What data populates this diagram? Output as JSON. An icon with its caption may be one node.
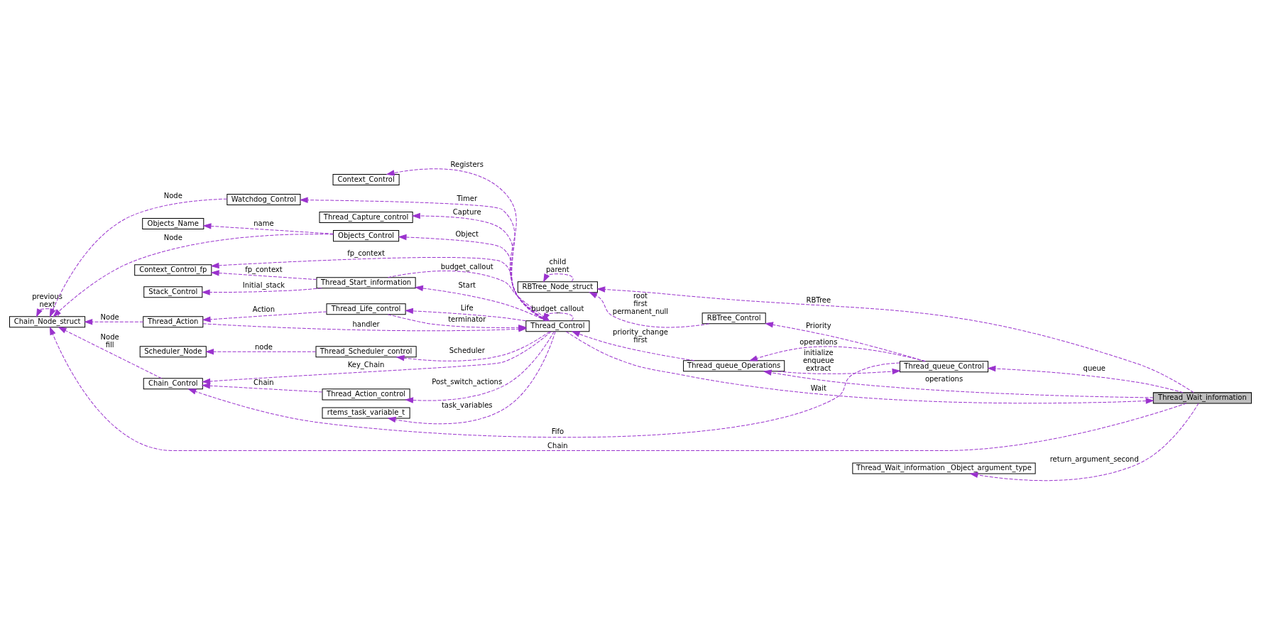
{
  "diagram": {
    "nodes": [
      {
        "text": [
          "Thread_Wait_information"
        ]
      },
      {
        "text": [
          "RBTree_Node_struct"
        ]
      },
      {
        "text": [
          "RBTree_Control"
        ]
      },
      {
        "text": [
          "Chain_Node_struct"
        ]
      },
      {
        "text": [
          "Thread_Wait_information _Object_argument_type"
        ]
      },
      {
        "text": [
          "Thread_queue_Control"
        ]
      },
      {
        "text": [
          "Thread_queue_Operations"
        ]
      },
      {
        "text": [
          "Chain_Control"
        ]
      },
      {
        "text": [
          "Context_Control_fp"
        ]
      },
      {
        "text": [
          "Thread_Action_control"
        ]
      },
      {
        "text": [
          "rtems_task_variable_t"
        ]
      },
      {
        "text": [
          "Context_Control"
        ]
      },
      {
        "text": [
          "Stack_Control"
        ]
      },
      {
        "text": [
          "Thread_Start_information"
        ]
      },
      {
        "text": [
          "Thread_Control"
        ]
      },
      {
        "text": [
          "Watchdog_Control"
        ]
      },
      {
        "text": [
          "Thread_Life_control"
        ]
      },
      {
        "text": [
          "Thread_Action"
        ]
      },
      {
        "text": [
          "Thread_Capture_control"
        ]
      },
      {
        "text": [
          "Scheduler_Node"
        ]
      },
      {
        "text": [
          "Thread_Scheduler_control"
        ]
      },
      {
        "text": [
          "Objects_Control"
        ]
      },
      {
        "text": [
          "Objects_Name"
        ]
      }
    ],
    "edges": [
      {
        "from": 1,
        "to": 1,
        "arrow": "to",
        "label": "child parent",
        "style": "dashed"
      },
      {
        "from": 2,
        "to": 1,
        "arrow": "to",
        "label": "root first permanent_null",
        "style": "dashed"
      },
      {
        "from": 0,
        "to": 1,
        "arrow": "to",
        "label": "RBTree",
        "style": "dashed"
      },
      {
        "from": 0,
        "to": 3,
        "arrow": "to",
        "label": "Chain",
        "style": "dashed"
      },
      {
        "from": 0,
        "to": 4,
        "arrow": "to",
        "label": "return_argument_second",
        "style": "dashed"
      },
      {
        "from": 0,
        "to": 5,
        "arrow": "to",
        "label": "queue",
        "style": "dashed"
      },
      {
        "from": 5,
        "to": 2,
        "arrow": "to",
        "label": "Priority",
        "style": "dashed"
      },
      {
        "from": 5,
        "to": 7,
        "arrow": "to",
        "label": "Fifo",
        "style": "dashed"
      },
      {
        "from": 0,
        "to": 6,
        "arrow": "to",
        "label": "operations",
        "style": "dashed"
      },
      {
        "from": 5,
        "to": 6,
        "arrow": "to",
        "label": "operations",
        "style": "dashed"
      },
      {
        "from": 6,
        "to": 5,
        "arrow": "to",
        "label": "initialize enqueue extract",
        "style": "dashed"
      },
      {
        "from": 6,
        "to": 14,
        "arrow": "to",
        "label": "priority_change first",
        "style": "dashed"
      },
      {
        "from": 14,
        "to": 0,
        "arrow": "to",
        "label": "Wait",
        "style": "dashed"
      },
      {
        "from": 14,
        "to": 8,
        "arrow": "to",
        "label": "fp_context",
        "style": "dashed"
      },
      {
        "from": 13,
        "to": 8,
        "arrow": "to",
        "label": "fp_context",
        "style": "dashed"
      },
      {
        "from": 13,
        "to": 12,
        "arrow": "to",
        "label": "Initial_stack",
        "style": "dashed"
      },
      {
        "from": 14,
        "to": 9,
        "arrow": "to",
        "label": "Post_switch_actions",
        "style": "dashed"
      },
      {
        "from": 9,
        "to": 7,
        "arrow": "to",
        "label": "Chain",
        "style": "dashed"
      },
      {
        "from": 14,
        "to": 13,
        "arrow": "to",
        "label": "Start",
        "style": "dashed"
      },
      {
        "from": 14,
        "to": 14,
        "arrow": "to",
        "label": "budget_callout",
        "style": "dashed"
      },
      {
        "from": 13,
        "to": 14,
        "arrow": "to",
        "label": "budget_callout",
        "style": "dashed"
      },
      {
        "from": 14,
        "to": 10,
        "arrow": "to",
        "label": "task_variables",
        "style": "dashed"
      },
      {
        "from": 14,
        "to": 11,
        "arrow": "to",
        "label": "Registers",
        "style": "dashed"
      },
      {
        "from": 14,
        "to": 7,
        "arrow": "to",
        "label": "Key_Chain",
        "style": "dashed"
      },
      {
        "from": 16,
        "to": 14,
        "arrow": "to",
        "label": "terminator",
        "style": "dashed"
      },
      {
        "from": 14,
        "to": 16,
        "arrow": "to",
        "label": "Life",
        "style": "dashed"
      },
      {
        "from": 17,
        "to": 14,
        "arrow": "to",
        "label": "handler",
        "style": "dashed"
      },
      {
        "from": 16,
        "to": 17,
        "arrow": "to",
        "label": "Action",
        "style": "dashed"
      },
      {
        "from": 14,
        "to": 15,
        "arrow": "to",
        "label": "Timer",
        "style": "dashed"
      },
      {
        "from": 15,
        "to": 3,
        "arrow": "to",
        "label": "Node",
        "style": "dashed"
      },
      {
        "from": 7,
        "to": 3,
        "arrow": "to",
        "label": "Node fill",
        "style": "dashed"
      },
      {
        "from": 3,
        "to": 3,
        "arrow": "to",
        "label": "previous next",
        "style": "dashed"
      },
      {
        "from": 14,
        "to": 18,
        "arrow": "to",
        "label": "Capture",
        "style": "dashed"
      },
      {
        "from": 14,
        "to": 20,
        "arrow": "to",
        "label": "Scheduler",
        "style": "dashed"
      },
      {
        "from": 20,
        "to": 19,
        "arrow": "to",
        "label": "node",
        "style": "dashed"
      },
      {
        "from": 14,
        "to": 21,
        "arrow": "to",
        "label": "Object",
        "style": "dashed"
      },
      {
        "from": 21,
        "to": 3,
        "arrow": "to",
        "label": "Node",
        "style": "dashed"
      },
      {
        "from": 21,
        "to": 22,
        "arrow": "to",
        "label": "name",
        "style": "dashed"
      },
      {
        "from": 17,
        "to": 3,
        "arrow": "to",
        "label": "Node",
        "style": "dashed"
      }
    ]
  }
}
